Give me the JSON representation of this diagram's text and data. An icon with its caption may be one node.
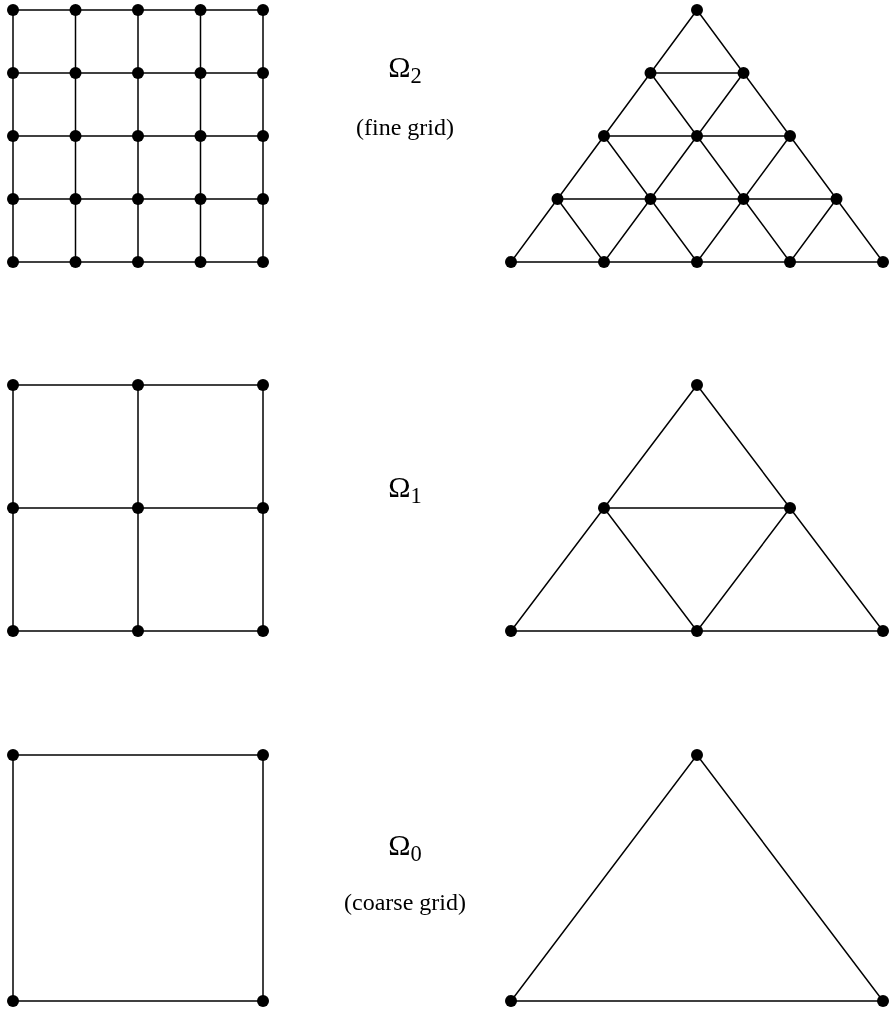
{
  "diagram": {
    "labels": [
      "Ω$_{2}$",
      "(fine grid)",
      "Ω$_{1}$",
      "Ω$_{0}$",
      "(coarse grid)"
    ]
  }
}
